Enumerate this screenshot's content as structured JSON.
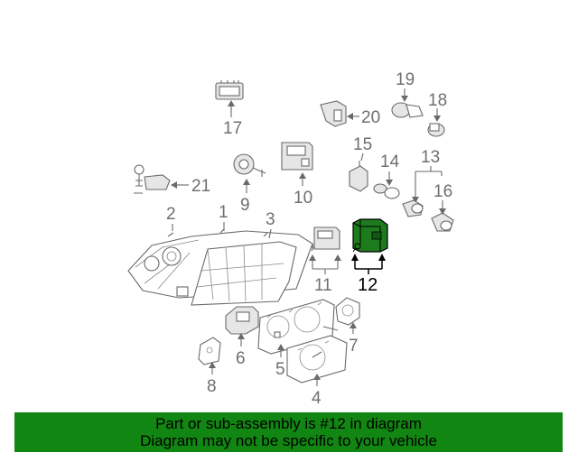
{
  "diagram": {
    "callouts": [
      "1",
      "2",
      "3",
      "4",
      "5",
      "6",
      "7",
      "8",
      "9",
      "10",
      "11",
      "12",
      "13",
      "14",
      "15",
      "16",
      "17",
      "18",
      "19",
      "20",
      "21"
    ],
    "highlighted_callout": "12",
    "colors": {
      "highlight": "#1d7a1d",
      "banner": "#128612",
      "line": "#6a6a6a"
    }
  },
  "banner": {
    "line1": "Part or sub-assembly is #12 in diagram",
    "line2": "Diagram may not be specific to your vehicle"
  }
}
